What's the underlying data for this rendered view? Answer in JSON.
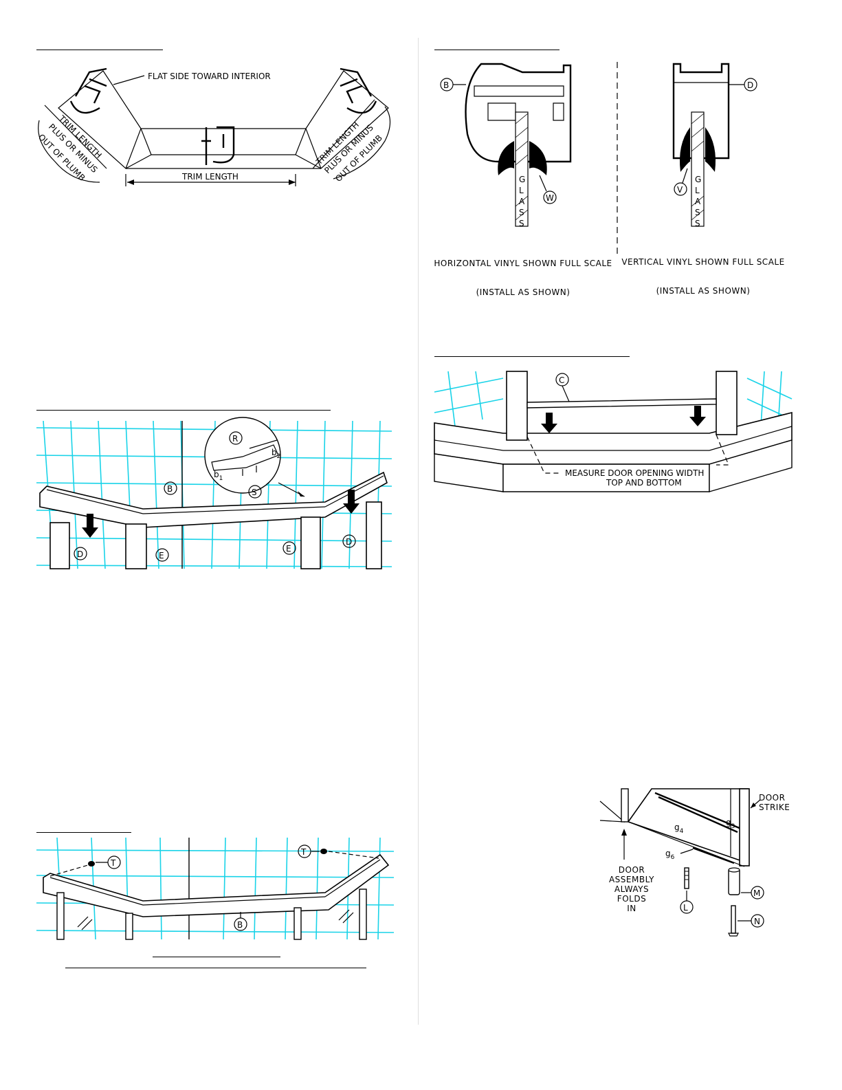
{
  "trim_diagram": {
    "flat_side_label": "FLAT SIDE TOWARD INTERIOR",
    "trim_length": "TRIM LENGTH",
    "plus_or_minus": "PLUS OR MINUS",
    "out_of_plumb": "OUT OF PLUMB"
  },
  "vinyl_diagram": {
    "callout_b": "B",
    "callout_d": "D",
    "callout_w": "W",
    "callout_v": "V",
    "glass_letters": [
      "G",
      "L",
      "A",
      "S",
      "S"
    ],
    "horizontal_caption_line1": "HORIZONTAL VINYL SHOWN FULL SCALE",
    "horizontal_caption_line2": "(INSTALL AS SHOWN)",
    "vertical_caption_line1": "VERTICAL VINYL SHOWN FULL SCALE",
    "vertical_caption_line2": "(INSTALL AS SHOWN)"
  },
  "header_install": {
    "callout_r": "R",
    "callout_s": "S",
    "callout_b": "B",
    "callout_d": "D",
    "callout_e": "E",
    "b1": "b",
    "b1_sub": "1",
    "b2": "b",
    "b2_sub": "2"
  },
  "door_opening": {
    "callout_c": "C",
    "measure_line1": "MEASURE DOOR OPENING WIDTH",
    "measure_line2": "TOP AND BOTTOM"
  },
  "header_screws": {
    "callout_t": "T",
    "callout_b": "B"
  },
  "door_assembly": {
    "door_strike": "DOOR\nSTRIKE",
    "folds_in": "DOOR\nASSEMBLY\nALWAYS\nFOLDS\nIN",
    "g3": "g",
    "g3_sub": "3",
    "g4": "g",
    "g4_sub": "4",
    "g6": "g",
    "g6_sub": "6",
    "callout_l": "L",
    "callout_m": "M",
    "callout_n": "N"
  }
}
